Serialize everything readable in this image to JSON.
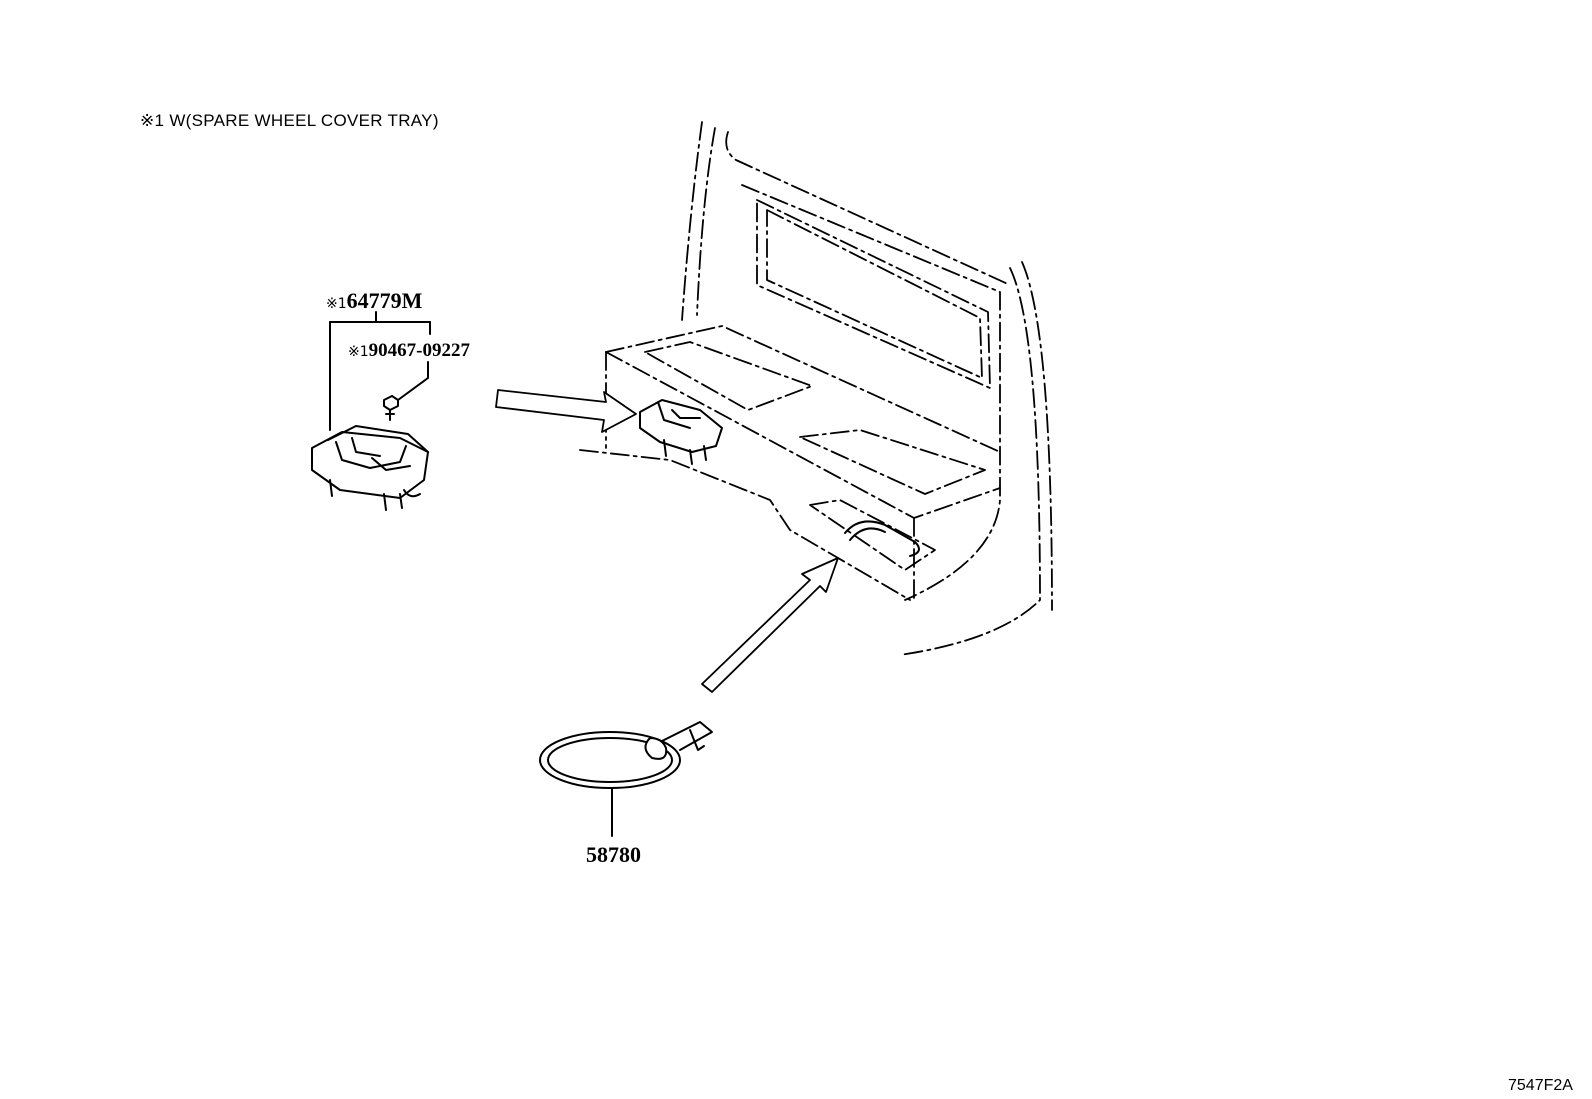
{
  "legend": {
    "note": "※1 W(SPARE WHEEL COVER TRAY)"
  },
  "parts": {
    "tray_hook": {
      "marker": "※1",
      "number": "64779M"
    },
    "screw": {
      "marker": "※1",
      "number": "90467-09227"
    },
    "strap": {
      "number": "58780"
    }
  },
  "illustration_code": "7547F2A",
  "colors": {
    "line": "#000000",
    "background": "#ffffff"
  }
}
